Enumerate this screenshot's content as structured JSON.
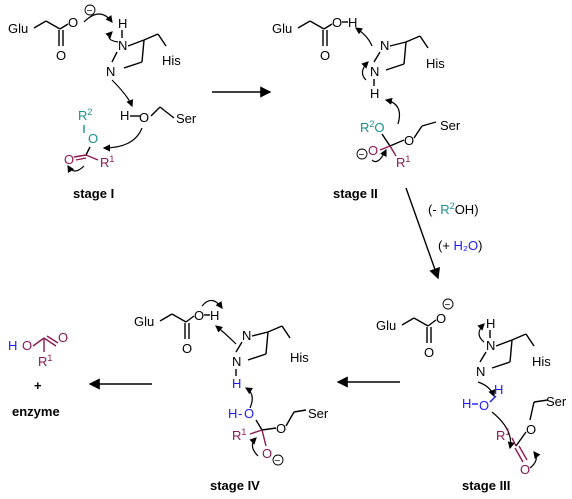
{
  "colors": {
    "black": "#000000",
    "teal": "#17908f",
    "maroon": "#8b1a55",
    "blue": "#1a1aff"
  },
  "stages": {
    "s1": "stage I",
    "s2": "stage II",
    "s3": "stage III",
    "s4": "stage IV"
  },
  "labels": {
    "glu": "Glu",
    "his": "His",
    "ser": "Ser",
    "o": "O",
    "h": "H",
    "n": "N",
    "r1": "R",
    "r2": "R",
    "sup1": "1",
    "sup2": "2",
    "minus": "−",
    "plus": "+",
    "enzyme": "enzyme"
  },
  "conditions": {
    "minus_prefix": "(- ",
    "r2oh_r": "R",
    "r2oh_sup": "2",
    "r2oh_oh": "OH)",
    "plus_prefix": "(+ ",
    "h2o": "H₂O",
    "plus_suffix": ")"
  }
}
